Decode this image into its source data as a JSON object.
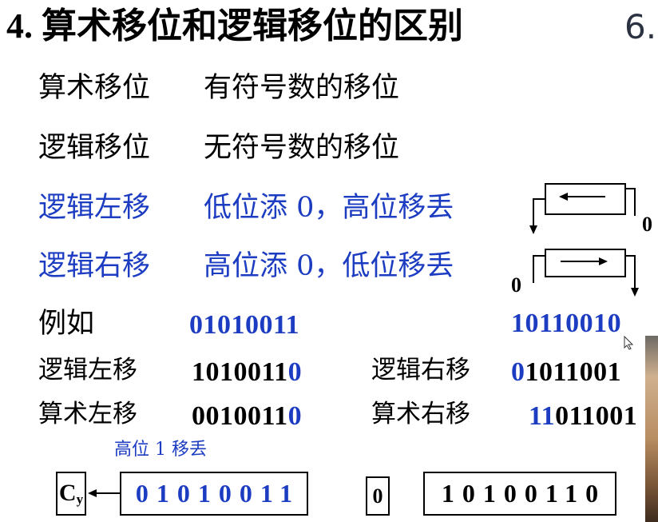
{
  "colors": {
    "accent_blue": "#1c3cc2",
    "text": "#000000",
    "slide_number_gray": "#2b3242"
  },
  "slide": {
    "title": "4. 算术移位和逻辑移位的区别",
    "next_slide_number": "6."
  },
  "definitions": [
    {
      "term": "算术移位",
      "desc": "有符号数的移位"
    },
    {
      "term": "逻辑移位",
      "desc": "无符号数的移位"
    },
    {
      "term": "逻辑左移",
      "desc": "低位添 0，高位移丢"
    },
    {
      "term": "逻辑右移",
      "desc": "高位添 0，低位移丢"
    }
  ],
  "diagrams": {
    "logical_left_fill": "0",
    "logical_right_fill": "0"
  },
  "example": {
    "label": "例如",
    "operand_a": "01010011",
    "operand_b": "10110010",
    "logical_left": {
      "label": "逻辑左移",
      "value": [
        "1010011",
        "0"
      ]
    },
    "arithmetic_left": {
      "label": "算术左移",
      "value": [
        "0010011",
        "0"
      ]
    },
    "logical_right": {
      "label": "逻辑右移",
      "value": [
        "0",
        "1011001"
      ]
    },
    "arithmetic_right": {
      "label": "算术右移",
      "value": [
        "11",
        "011001"
      ]
    }
  },
  "carry_note": "高位 1 移丢",
  "registers": {
    "carry_flag": {
      "letter": "C",
      "subscript": "y"
    },
    "reg_a": "01010011",
    "fill_bit": "0",
    "reg_b": "10100110"
  },
  "icons": [
    "left-arrow-icon",
    "right-arrow-icon",
    "down-arrow-icon",
    "mouse-pointer-icon"
  ]
}
